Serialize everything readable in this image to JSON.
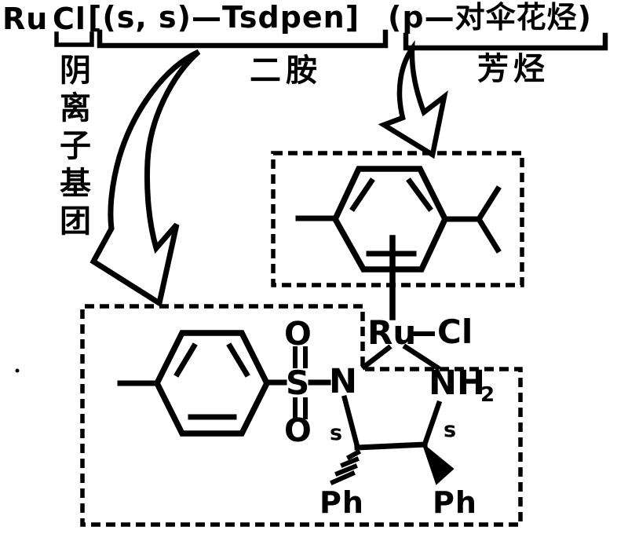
{
  "colors": {
    "ink": "#000000",
    "background": "#ffffff"
  },
  "formula": {
    "metal": "Ru",
    "chloride": "Cl",
    "diamine_segment": "[(s, s)—Tsdpen]",
    "arene_segment": "(p—对伞花烃)"
  },
  "labels": {
    "anion_group": "阴离子基团",
    "diamine": "二胺",
    "arene": "芳烃"
  },
  "structure": {
    "metal": "Ru",
    "chloride": "Cl",
    "amide_nitrogen": "N",
    "amine_group": "NH",
    "amine_subscript": "2",
    "sulfonyl_sulfur": "S",
    "sulfonyl_oxygen_top": "O",
    "sulfonyl_oxygen_bottom": "O",
    "stereocenter_left": "s",
    "stereocenter_right": "s",
    "phenyl_left": "Ph",
    "phenyl_right": "Ph"
  }
}
